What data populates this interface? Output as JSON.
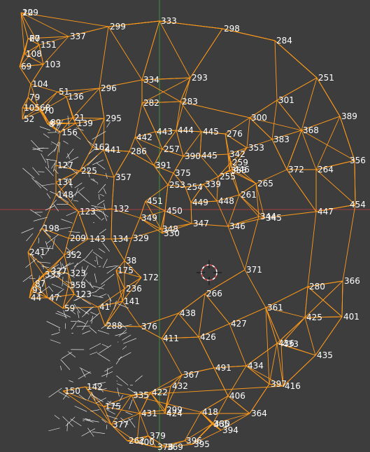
{
  "app": {
    "view": "3D Viewport"
  },
  "colors": {
    "background": "#3d3d3d",
    "wireframe": "#ff9a1a",
    "label": "#ffffff",
    "x_axis": "#a33a3a",
    "z_axis": "#3c8f3c",
    "cursor_red": "#e05050",
    "cursor_white": "#ffffff"
  },
  "icons": {
    "cursor": "3d-cursor-icon"
  },
  "vertex_labels": [
    "109",
    "67",
    "151",
    "337",
    "299",
    "333",
    "298",
    "284",
    "108",
    "103",
    "69",
    "104",
    "293",
    "251",
    "334",
    "296",
    "136",
    "51",
    "79",
    "301",
    "282",
    "283",
    "300",
    "68",
    "105",
    "70",
    "389",
    "89",
    "8",
    "21",
    "295",
    "368",
    "383",
    "139",
    "52",
    "156",
    "276",
    "445",
    "442",
    "443",
    "444",
    "353",
    "356",
    "162",
    "441",
    "286",
    "257",
    "342",
    "372",
    "264",
    "127",
    "225",
    "355",
    "357",
    "445",
    "391",
    "390",
    "375",
    "255",
    "446",
    "259",
    "131",
    "449",
    "451",
    "253",
    "254",
    "339",
    "265",
    "261",
    "148",
    "448",
    "454",
    "447",
    "344",
    "345",
    "123",
    "132",
    "450",
    "347",
    "349",
    "346",
    "348",
    "330",
    "329",
    "198",
    "209",
    "143",
    "134",
    "38",
    "371",
    "352",
    "175",
    "172",
    "266",
    "280",
    "366",
    "323",
    "236",
    "358",
    "123",
    "141",
    "438",
    "425",
    "401",
    "361",
    "376",
    "426",
    "427",
    "411",
    "436",
    "433",
    "435",
    "288",
    "491",
    "434",
    "416",
    "397",
    "367",
    "432",
    "422",
    "335",
    "406",
    "364",
    "365",
    "299",
    "424",
    "431",
    "418",
    "430",
    "394",
    "379",
    "262",
    "396",
    "395",
    "378",
    "369",
    "400",
    "377",
    "175",
    "142",
    "150",
    "87",
    "91",
    "47",
    "44",
    "241",
    "41",
    "59",
    "327",
    "333",
    "22",
    "20"
  ]
}
